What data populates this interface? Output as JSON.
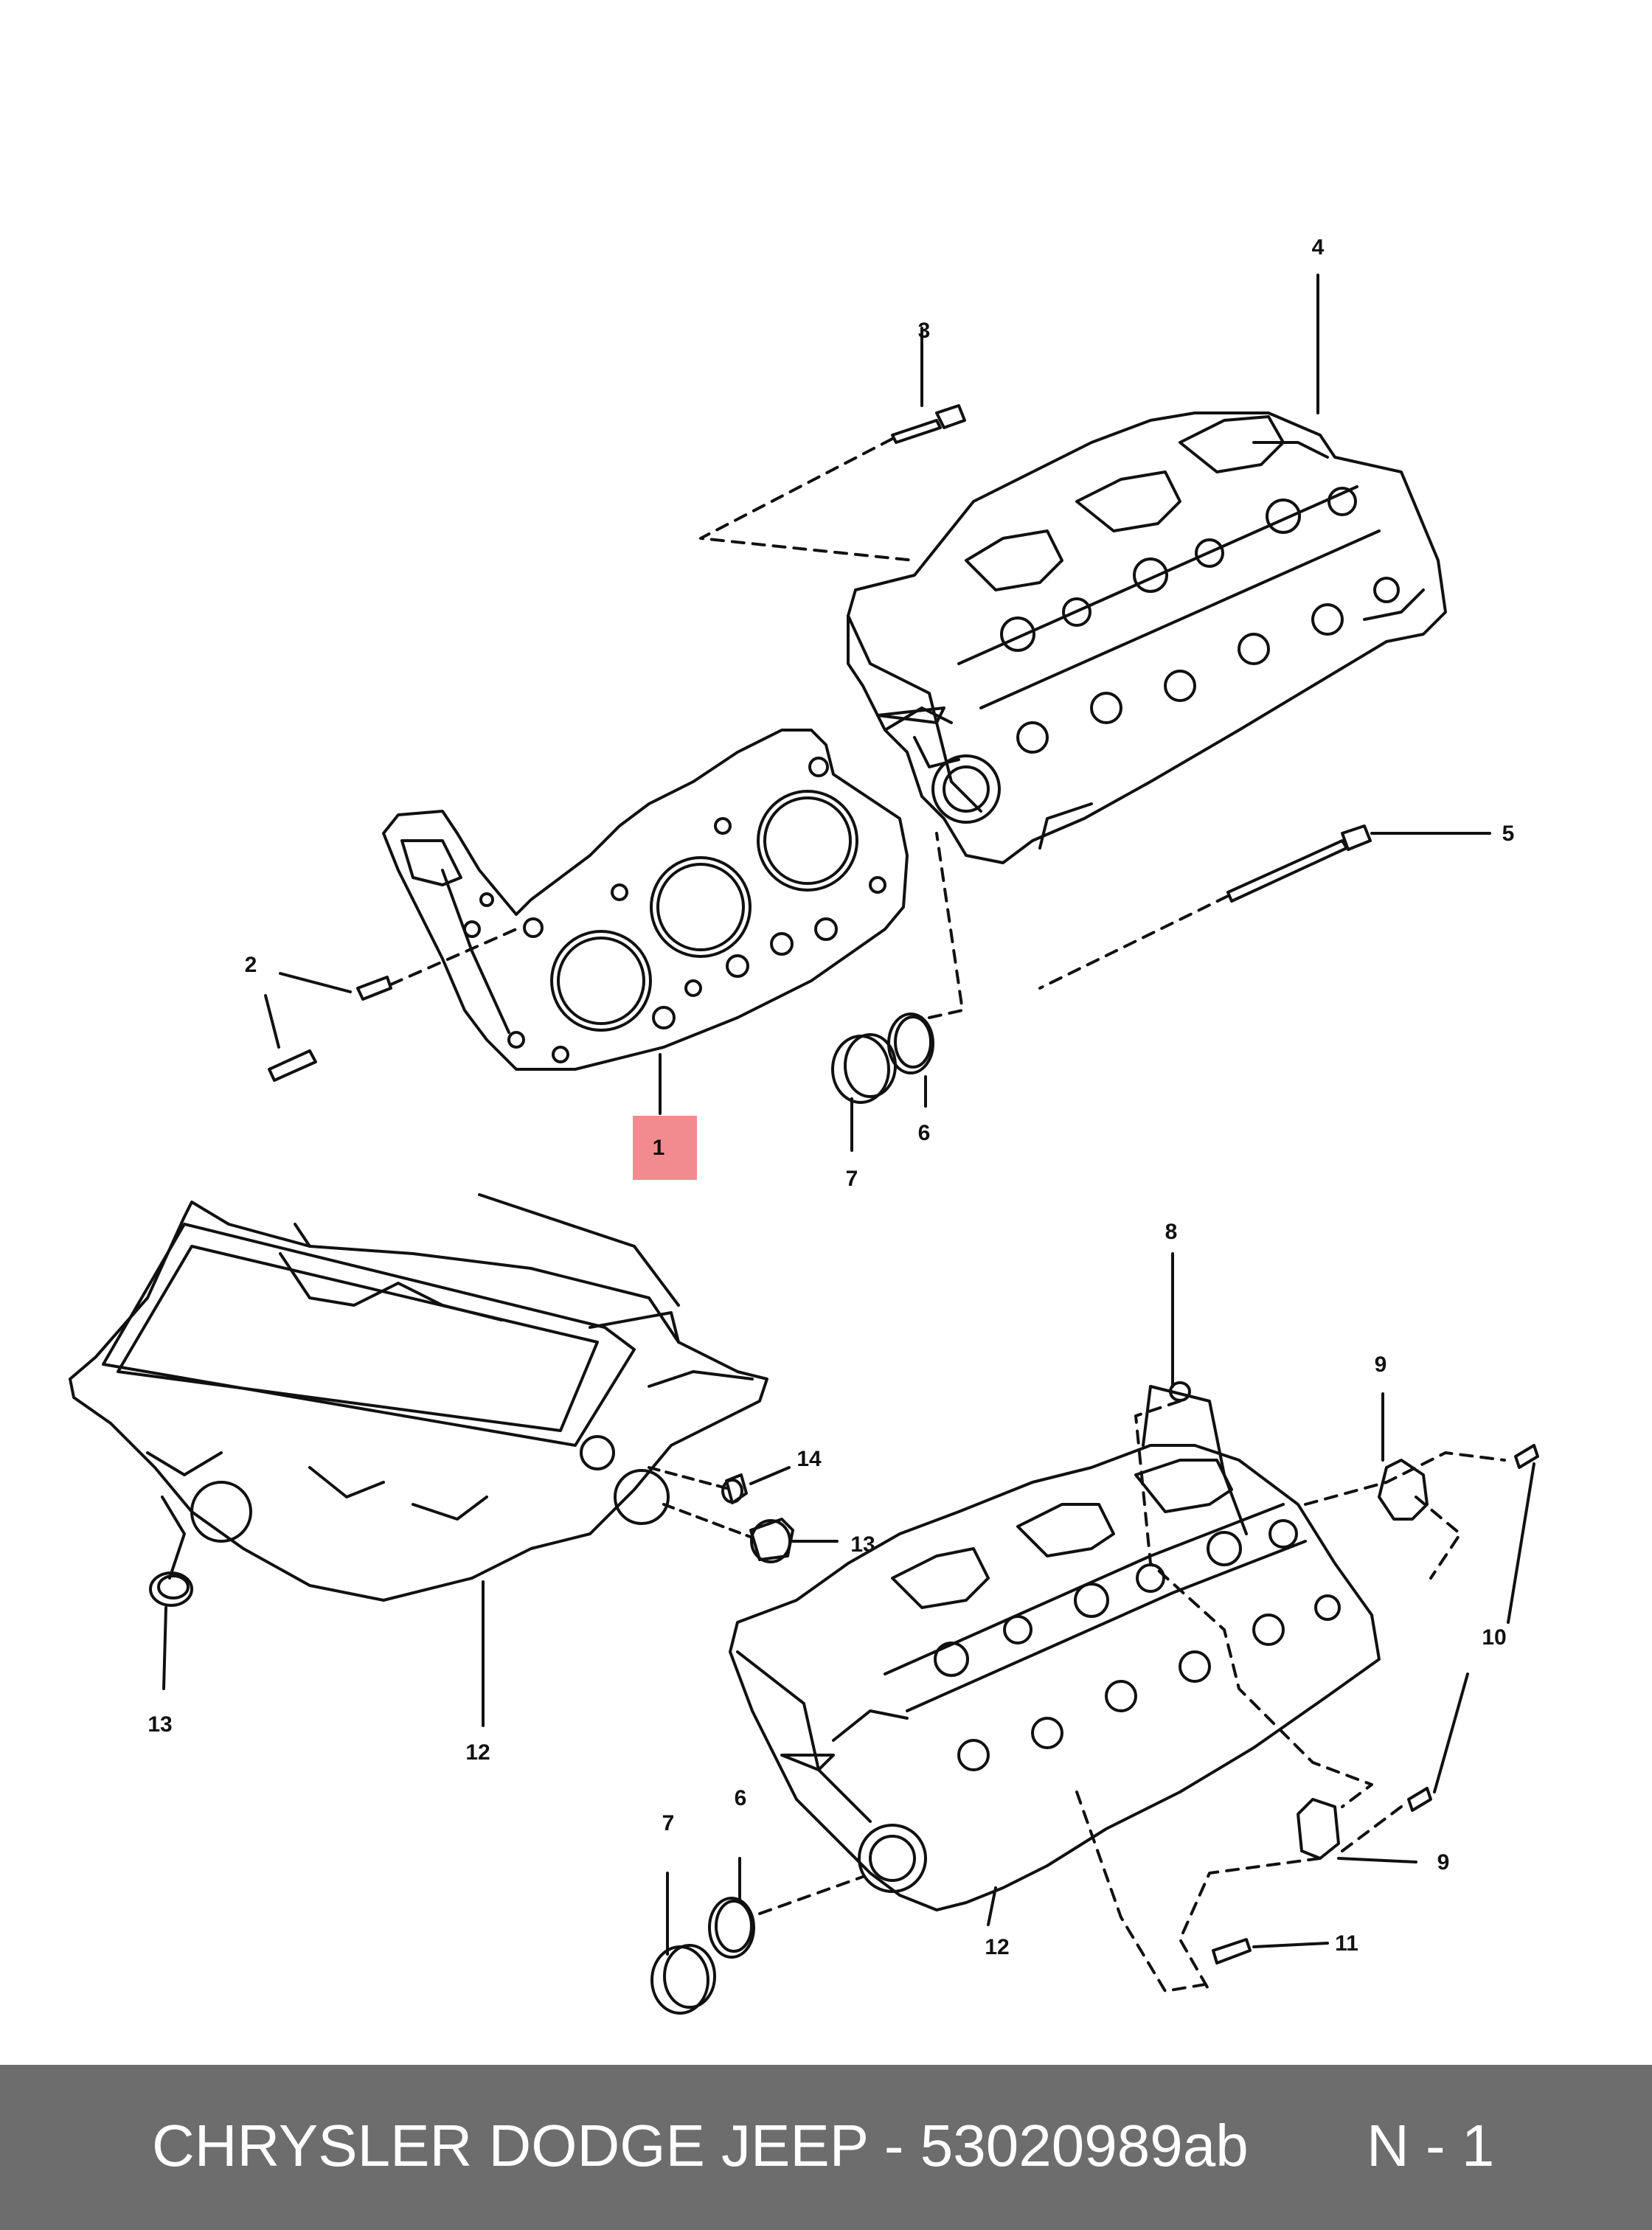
{
  "callouts": {
    "c1": "1",
    "c2": "2",
    "c3": "3",
    "c4": "4",
    "c5": "5",
    "c6a": "6",
    "c7a": "7",
    "c8": "8",
    "c9a": "9",
    "c9b": "9",
    "c10": "10",
    "c11": "11",
    "c12a": "12",
    "c12b": "12",
    "c13a": "13",
    "c13b": "13",
    "c14": "14",
    "c6b": "6",
    "c7b": "7"
  },
  "highlighted_part": "1",
  "footer": {
    "brand_part": "CHRYSLER DODGE JEEP - 53020989ab",
    "code": "N - 1"
  },
  "colors": {
    "highlight": "#f28b8f",
    "footer_bg": "#6d6d6d",
    "footer_text": "#ffffff",
    "line": "#111111"
  }
}
